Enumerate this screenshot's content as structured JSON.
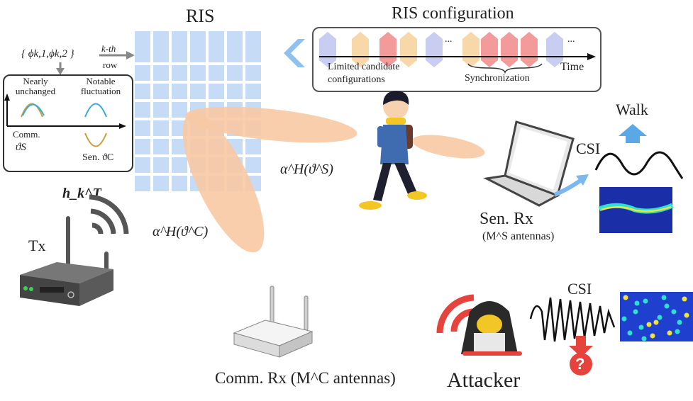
{
  "ris": {
    "title": "RIS"
  },
  "config": {
    "title": "RIS configuration",
    "ellipsis": "...",
    "candidates": "Limited candidate configurations",
    "sync": "Synchronization",
    "time": "Time"
  },
  "row": {
    "phi": "{ ϕk,1,ϕk,2 }",
    "kth": "k-th",
    "row": "row"
  },
  "plot": {
    "left_label": "Nearly unchanged",
    "right_label": "Notable fluctuation",
    "comm": "Comm.",
    "theta_s": "ϑS",
    "sen": "Sen. ϑC"
  },
  "beams": {
    "alpha_s": "α^H(ϑ^S)",
    "alpha_c": "α^H(ϑ^C)"
  },
  "tx": {
    "label": "Tx",
    "h": "h_k^T"
  },
  "sen_rx": {
    "label": "Sen. Rx",
    "antennas": "(M^S antennas)"
  },
  "comm_rx": {
    "label": "Comm. Rx (M^C antennas)"
  },
  "walk": "Walk",
  "csi_top": "CSI",
  "csi_bottom": "CSI",
  "attacker": "Attacker",
  "question": "?",
  "colors": {
    "ris_cell": "#c6dcf6",
    "beam": "#f7c9a4",
    "arrow_blue": "#5aa8e6",
    "red": "#e5433c",
    "diamond_blue": "#c9cdf2",
    "diamond_orange": "#f8d8a8",
    "diamond_red": "#f39a9a"
  }
}
